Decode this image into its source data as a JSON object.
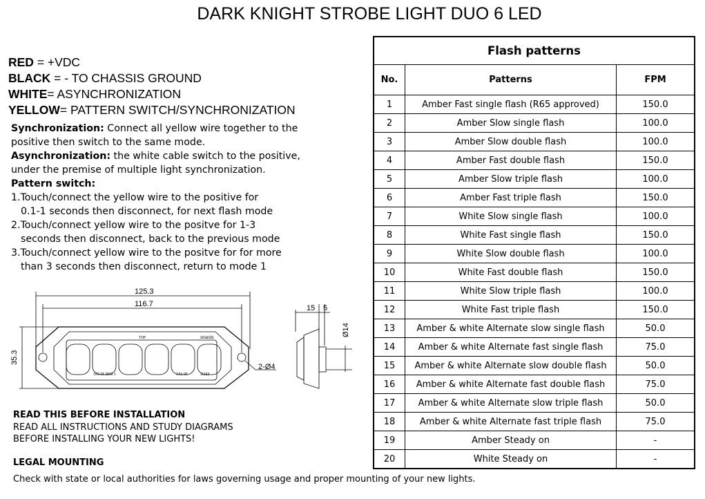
{
  "title": "DARK KNIGHT STROBE LIGHT DUO 6 LED",
  "wires": [
    {
      "color": "RED",
      "desc": " = +VDC"
    },
    {
      "color": "BLACK",
      "desc": " = - TO CHASSIS GROUND"
    },
    {
      "color": "WHITE",
      "desc": "= ASYNCHRONIZATION"
    },
    {
      "color": "YELLOW",
      "desc": "= PATTERN SWITCH/SYNCHRONIZATION"
    }
  ],
  "instructions": {
    "sync_label": "Synchronization:",
    "sync_1": " Connect all yellow wire together to the",
    "sync_2": "positive then switch to the same mode.",
    "async_label": "Asynchronization:",
    "async_1": " the white cable switch to the positive,",
    "async_2": "under the premise of multiple light synchronization.",
    "pattern_label": "Pattern switch:",
    "steps": [
      {
        "a": "1.Touch/connect the yellow wire to the positive for",
        "b": "0.1-1 seconds then disconnect, for next flash mode"
      },
      {
        "a": "2.Touch/connect yellow wire to the positve for 1-3",
        "b": "seconds then disconnect, back to the previous mode"
      },
      {
        "a": "3.Touch/connect yellow wire to the positve for for more",
        "b": "than 3 seconds then disconnect, return to mode 1"
      }
    ]
  },
  "diagram": {
    "width_outer": "125.3",
    "width_inner": "116.7",
    "height": "35.3",
    "holes": "2-Ø4",
    "depth1": "15",
    "depth2": "5",
    "diameter": "Ø14",
    "top": "TOP",
    "cert1": "10R 06 2806 1",
    "cert2": "XA1 00",
    "cert3": "11162",
    "brand": "strands"
  },
  "notes": {
    "read_title": "READ THIS BEFORE INSTALLATION",
    "read_1": "READ ALL INSTRUCTIONS AND STUDY DIAGRAMS",
    "read_2": "BEFORE INSTALLING YOUR NEW LIGHTS!",
    "legal_title": "LEGAL MOUNTING",
    "legal_1": "Check with state or local authorities for laws governing usage and proper mounting of your new lights."
  },
  "table": {
    "title": "Flash patterns",
    "headers": [
      "No.",
      "Patterns",
      "FPM"
    ],
    "rows": [
      [
        "1",
        "Amber Fast single flash (R65 approved)",
        "150.0"
      ],
      [
        "2",
        "Amber Slow single flash",
        "100.0"
      ],
      [
        "3",
        "Amber Slow double flash",
        "100.0"
      ],
      [
        "4",
        "Amber Fast double flash",
        "150.0"
      ],
      [
        "5",
        "Amber Slow triple flash",
        "100.0"
      ],
      [
        "6",
        "Amber Fast triple flash",
        "150.0"
      ],
      [
        "7",
        "White Slow single flash",
        "100.0"
      ],
      [
        "8",
        "White Fast single flash",
        "150.0"
      ],
      [
        "9",
        "White Slow double flash",
        "100.0"
      ],
      [
        "10",
        "White Fast double flash",
        "150.0"
      ],
      [
        "11",
        "White Slow triple flash",
        "100.0"
      ],
      [
        "12",
        "White Fast triple flash",
        "150.0"
      ],
      [
        "13",
        "Amber & white Alternate slow single flash",
        "50.0"
      ],
      [
        "14",
        "Amber & white Alternate fast single flash",
        "75.0"
      ],
      [
        "15",
        "Amber & white Alternate slow double flash",
        "50.0"
      ],
      [
        "16",
        "Amber & white Alternate fast double flash",
        "75.0"
      ],
      [
        "17",
        "Amber & white Alternate slow triple flash",
        "50.0"
      ],
      [
        "18",
        "Amber & white Alternate fast triple flash",
        "75.0"
      ],
      [
        "19",
        "Amber Steady on",
        "-"
      ],
      [
        "20",
        "White Steady on",
        "-"
      ]
    ]
  }
}
